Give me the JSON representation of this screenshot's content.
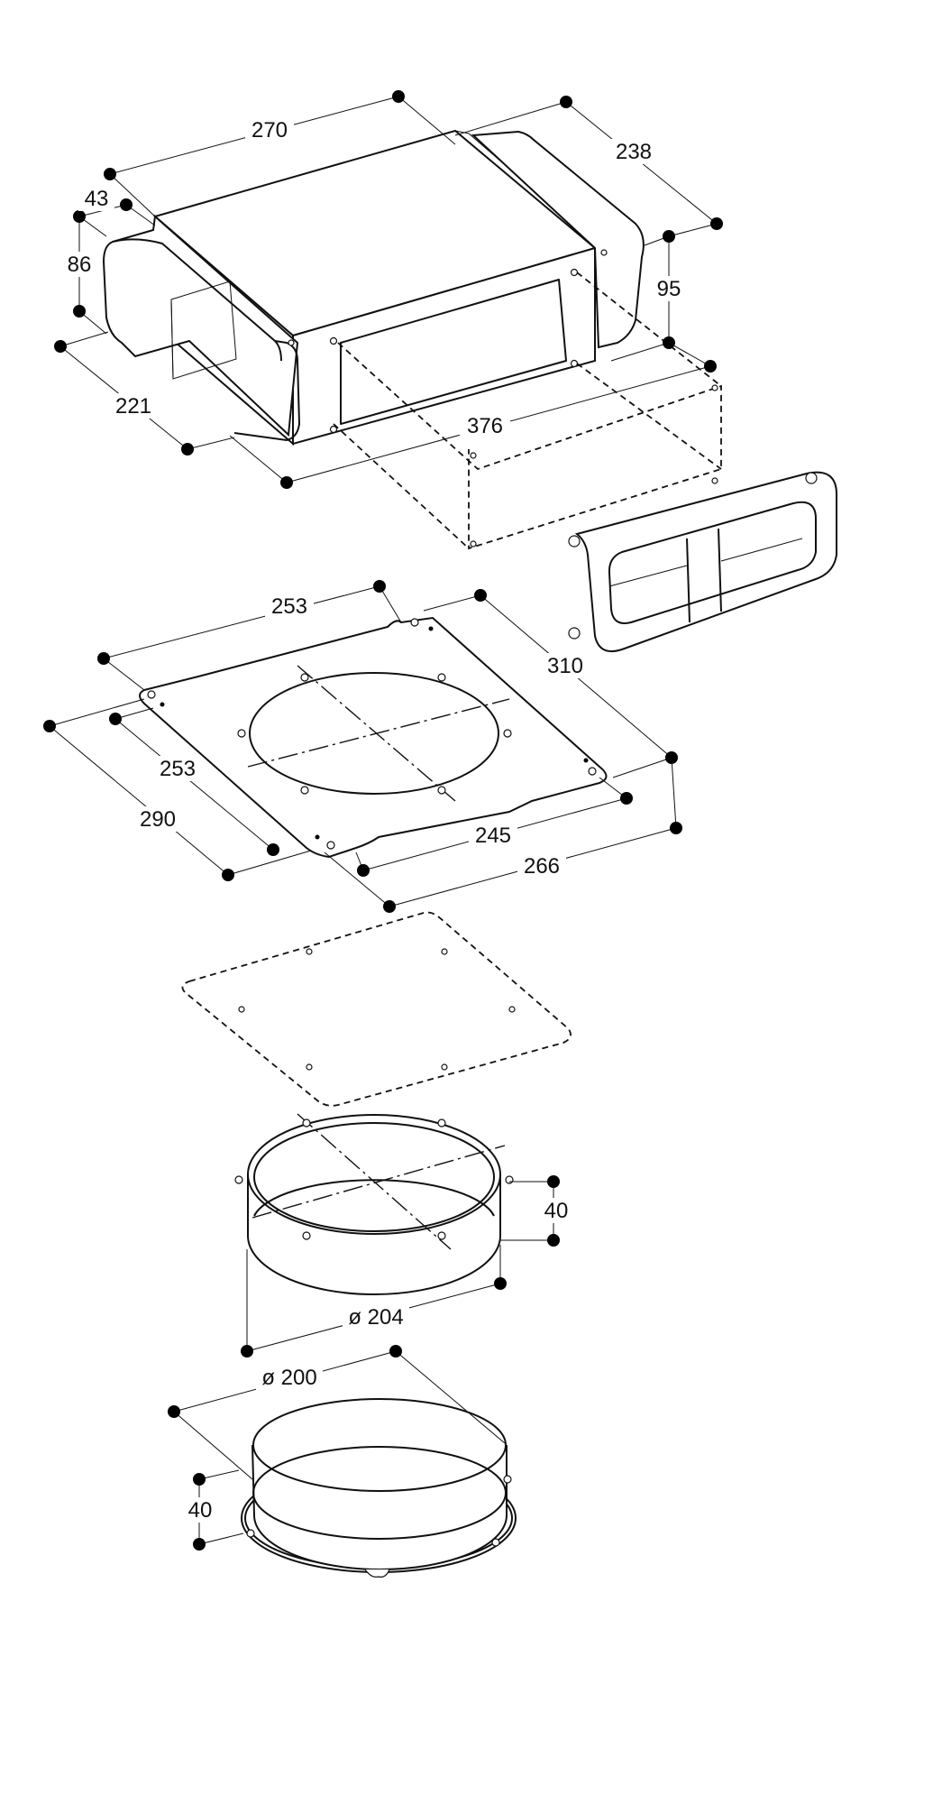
{
  "dimensions": {
    "box_length": "270",
    "box_depth": "238",
    "outlet_depth": "43",
    "outlet_height": "86",
    "box_height": "95",
    "outlet_width": "221",
    "box_total_length": "376",
    "plate_width_top": "253",
    "plate_depth": "310",
    "plate_inner": "253",
    "plate_outer": "290",
    "plate_cutout": "245",
    "plate_total": "266",
    "ring_height": "40",
    "ring_diameter": "ø 204",
    "collar_diameter": "ø 200",
    "collar_height": "40"
  }
}
